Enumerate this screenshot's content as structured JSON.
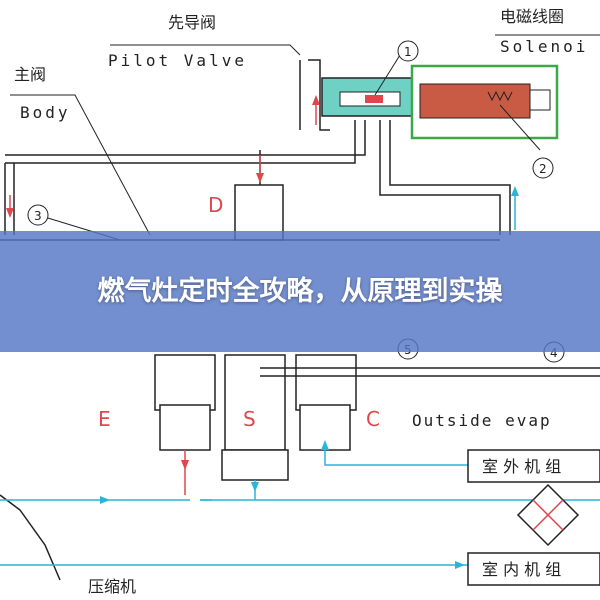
{
  "labels": {
    "pilot_cn": "先导阀",
    "pilot_en": "Pilot Valve",
    "solenoid_cn": "电磁线圈",
    "solenoid_en": "Solenoi",
    "body_cn": "主阀",
    "body_en": "Body",
    "port_d": "D",
    "port_e": "E",
    "port_s": "S",
    "port_c": "C",
    "outside": "Outside evap",
    "outdoor_unit": "室 外 机 组",
    "indoor_unit": "室 内 机 组",
    "compressor": "压缩机"
  },
  "numbers": {
    "n1": "1",
    "n2": "2",
    "n3": "3",
    "n4": "4",
    "n5": "5"
  },
  "overlay": {
    "title": "燃气灶定时全攻略，从原理到实操"
  },
  "colors": {
    "pipe": "#222222",
    "flow_red": "#e0474c",
    "flow_cyan": "#29b6d8",
    "coil": "#3da84a",
    "valve_fill": "#6fd0c4",
    "banner": "#5676c4"
  }
}
